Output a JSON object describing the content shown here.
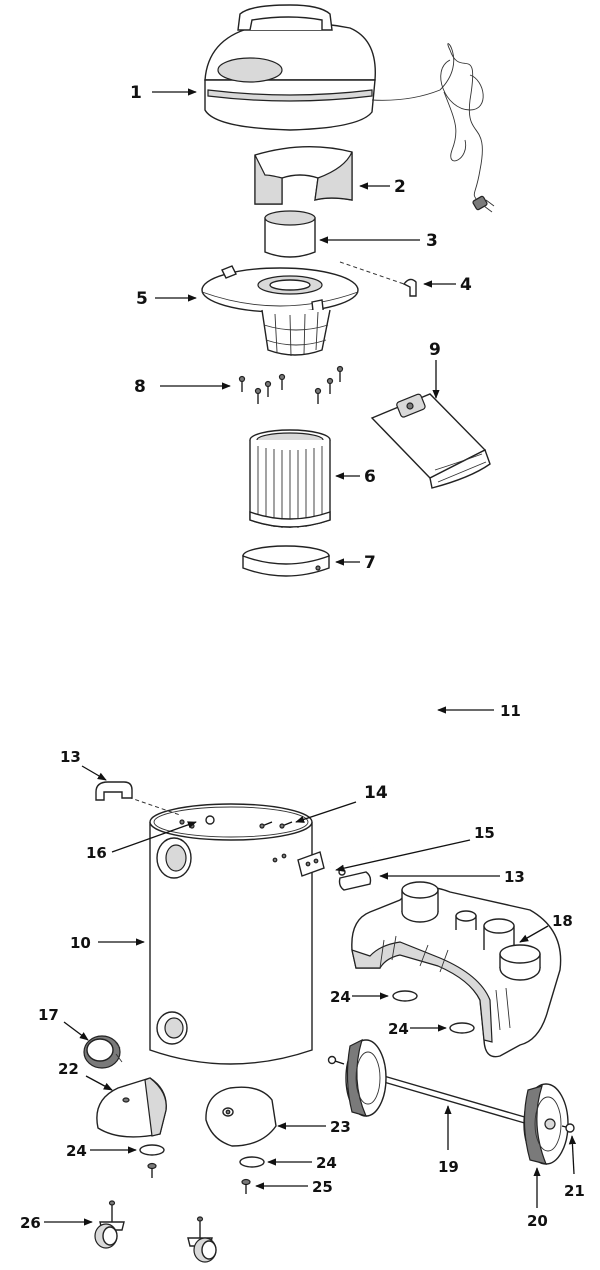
{
  "labels": [
    "1",
    "2",
    "3",
    "4",
    "5",
    "6",
    "7",
    "8",
    "9",
    "10",
    "11",
    "13",
    "14",
    "15",
    "16",
    "17",
    "18",
    "19",
    "20",
    "21",
    "22",
    "23",
    "24",
    "25",
    "26"
  ],
  "callouts": {
    "c1": "1",
    "c2": "2",
    "c3": "3",
    "c4": "4",
    "c5": "5",
    "c6": "6",
    "c7": "7",
    "c8": "8",
    "c9": "9",
    "c10": "10",
    "c11": "11",
    "c13a": "13",
    "c13b": "13",
    "c14": "14",
    "c15": "15",
    "c16": "16",
    "c17": "17",
    "c18": "18",
    "c19": "19",
    "c20": "20",
    "c21": "21",
    "c22": "22",
    "c23": "23",
    "c24a": "24",
    "c24b": "24",
    "c24c": "24",
    "c24d": "24",
    "c25": "25",
    "c26": "26"
  },
  "icons": {
    "arrow": "arrowhead-icon",
    "screw": "screw-icon"
  },
  "colors": {
    "line": "#111111",
    "fill": "#ffffff",
    "shade": "#d9d9d9"
  }
}
